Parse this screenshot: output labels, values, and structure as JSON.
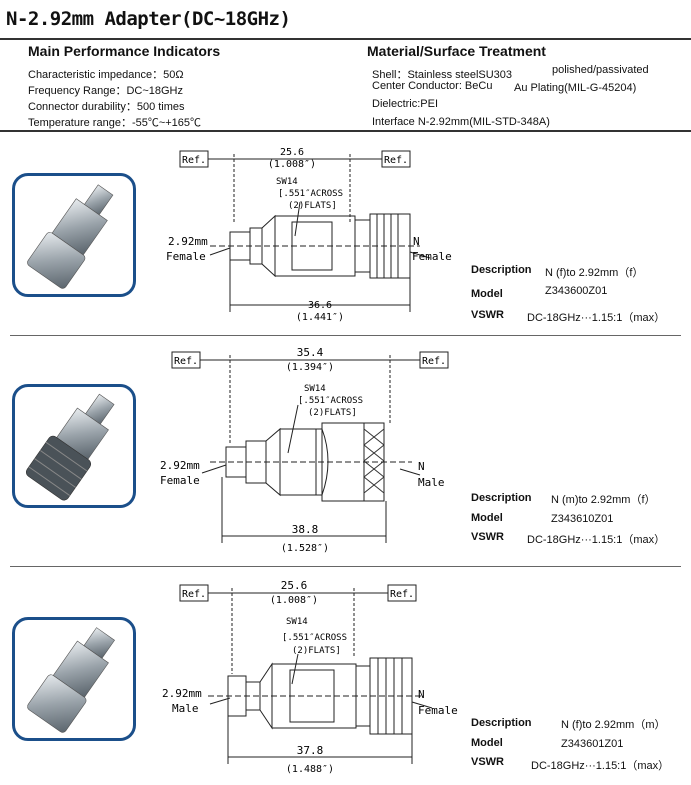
{
  "title": "N-2.92mm Adapter(DC~18GHz)",
  "main": {
    "heading": "Main Performance Indicators",
    "items": [
      "Characteristic impedance：50Ω",
      "Frequency Range：DC~18GHz",
      "Connector durability：500 times",
      "Temperature range：-55℃~+165℃"
    ]
  },
  "material": {
    "heading": "Material/Surface Treatment",
    "shell": "Shell：Stainless steelSU303",
    "shell_finish": "polished/passivated",
    "center": "Center Conductor: BeCu",
    "center_finish": "Au Plating(MIL-G-45204)",
    "dielectric": "Dielectric:PEI",
    "interface": "Interface  N-2.92mm(MIL-STD-348A)"
  },
  "labels": {
    "description": "Description",
    "model": "Model",
    "vswr": "VSWR"
  },
  "products": [
    {
      "description": "N (f)to 2.92mm（f）",
      "model": "Z343600Z01",
      "vswr": "DC-18GHz···1.15:1（max）",
      "ref_left": "Ref.",
      "ref_right": "Ref.",
      "dim_top": "25.6",
      "dim_top_in": "(1.008″)",
      "sw_1": "SW14",
      "sw_2": "[.551″ACROSS",
      "sw_3": "(2)FLATS]",
      "left_size": "2.92mm",
      "left_gender": "Female",
      "right_type": "N",
      "right_gender": "Female",
      "dim_bottom": "36.6",
      "dim_bottom_in": "(1.441″)"
    },
    {
      "description": "N (m)to 2.92mm（f）",
      "model": "Z343610Z01",
      "vswr": "DC-18GHz···1.15:1（max）",
      "ref_left": "Ref.",
      "ref_right": "Ref.",
      "dim_top": "35.4",
      "dim_top_in": "(1.394″)",
      "sw_1": "SW14",
      "sw_2": "[.551″ACROSS",
      "sw_3": "(2)FLATS]",
      "left_size": "2.92mm",
      "left_gender": "Female",
      "right_type": "N",
      "right_gender": "Male",
      "dim_bottom": "38.8",
      "dim_bottom_in": "(1.528″)"
    },
    {
      "description": "N (f)to 2.92mm（m）",
      "model": "Z343601Z01",
      "vswr": "DC-18GHz···1.15:1（max）",
      "ref_left": "Ref.",
      "ref_right": "Ref.",
      "dim_top": "25.6",
      "dim_top_in": "(1.008″)",
      "sw_1": "SW14",
      "sw_2": "[.551″ACROSS",
      "sw_3": "(2)FLATS]",
      "left_size": "2.92mm",
      "left_gender": "Male",
      "right_type": "N",
      "right_gender": "Female",
      "dim_bottom": "37.8",
      "dim_bottom_in": "(1.488″)"
    }
  ]
}
